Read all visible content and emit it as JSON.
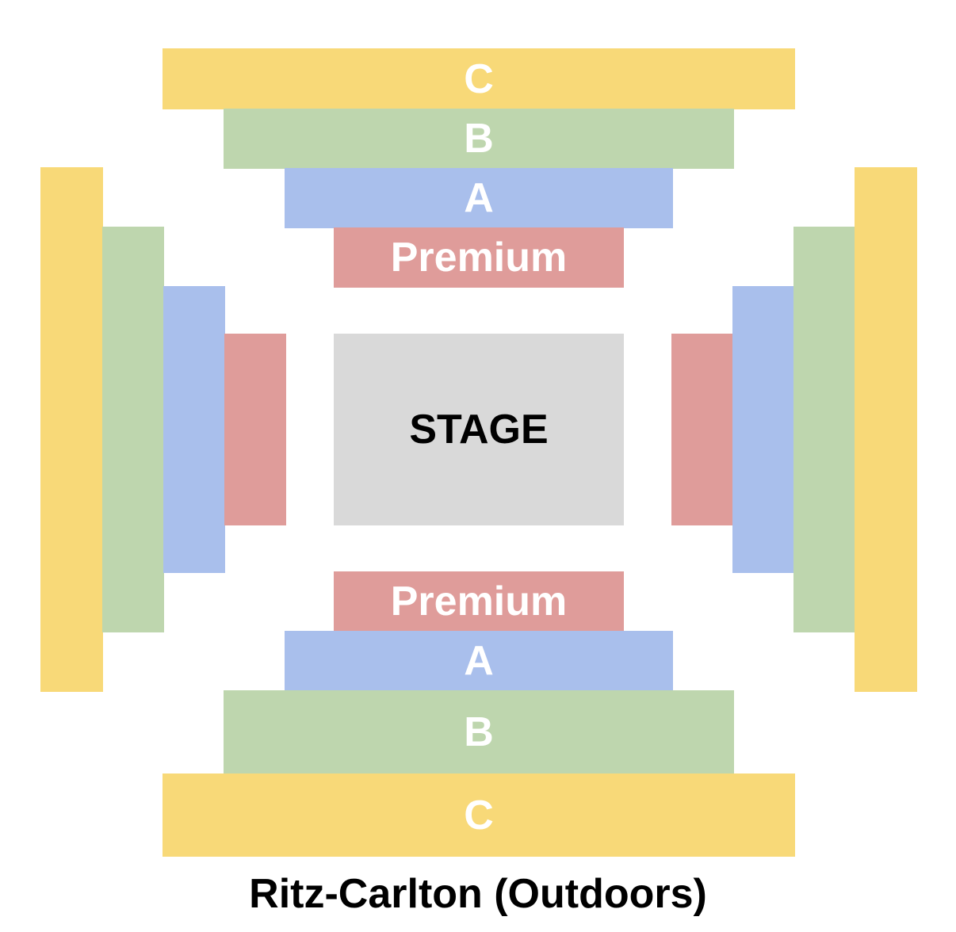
{
  "colors": {
    "premium": "#df9c9a",
    "a": "#a9bfec",
    "b": "#bed6ae",
    "c": "#f8d978",
    "stage": "#d9d9d9",
    "label": "#ffffff",
    "stage_label": "#000000"
  },
  "top": {
    "c_label": "C",
    "b_label": "B",
    "a_label": "A",
    "premium_label": "Premium"
  },
  "stage": {
    "label": "STAGE"
  },
  "bottom": {
    "premium_label": "Premium",
    "a_label": "A",
    "b_label": "B",
    "c_label": "C"
  },
  "venue": {
    "title": "Ritz-Carlton (Outdoors)"
  }
}
